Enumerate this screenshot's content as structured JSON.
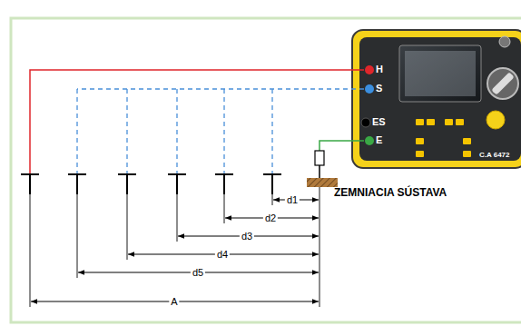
{
  "diagram": {
    "nodes": [
      {
        "text": [
          "H",
          "S",
          "ES",
          "E",
          "C.A 6472"
        ]
      }
    ],
    "labels": [
      "ZEMNIACIA SÚSTAVA",
      "d1",
      "d2",
      "d3",
      "d4",
      "d5",
      "A"
    ]
  }
}
